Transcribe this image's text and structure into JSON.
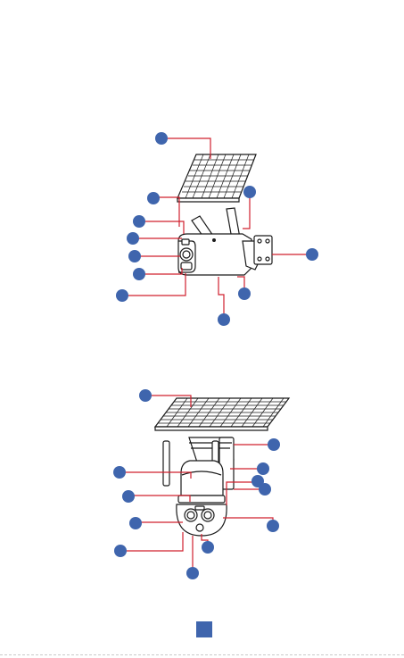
{
  "colors": {
    "callout_dot": "#3f65ad",
    "leader_line": "#d0202e",
    "outline": "#1a1a1a",
    "panel_fill": "#ffffff",
    "page_badge": "#3f65ad"
  },
  "figures": [
    {
      "name": "bullet-camera-figure",
      "callout_count": 11
    },
    {
      "name": "ptz-dome-camera-figure",
      "callout_count": 12
    }
  ],
  "page_number": ""
}
